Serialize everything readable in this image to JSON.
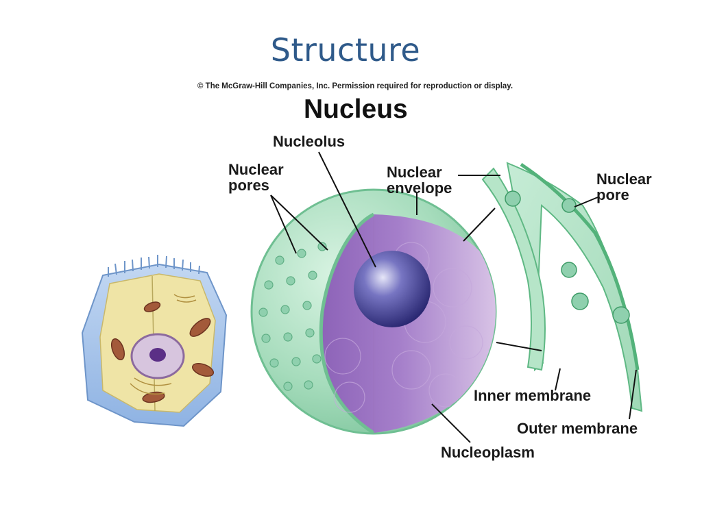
{
  "slide_title": "Structure",
  "copyright": "© The McGraw-Hill Companies, Inc. Permission required for reproduction or display.",
  "diagram_title": "Nucleus",
  "labels": {
    "nucleolus": "Nucleolus",
    "nuclear_pores_1": "Nuclear",
    "nuclear_pores_2": "pores",
    "nuclear_envelope_1": "Nuclear",
    "nuclear_envelope_2": "envelope",
    "nuclear_pore_1": "Nuclear",
    "nuclear_pore_2": "pore",
    "inner_membrane": "Inner membrane",
    "outer_membrane": "Outer membrane",
    "nucleoplasm": "Nucleoplasm"
  },
  "colors": {
    "title": "#2f5a8a",
    "envelope_green": "#a8dcbc",
    "nucleoplasm_purple": "#b58fcf",
    "nucleolus_blue": "#3d3a8c",
    "cell_blue": "#a9c6ec",
    "cytoplasm_yellow": "#efe4a6"
  }
}
